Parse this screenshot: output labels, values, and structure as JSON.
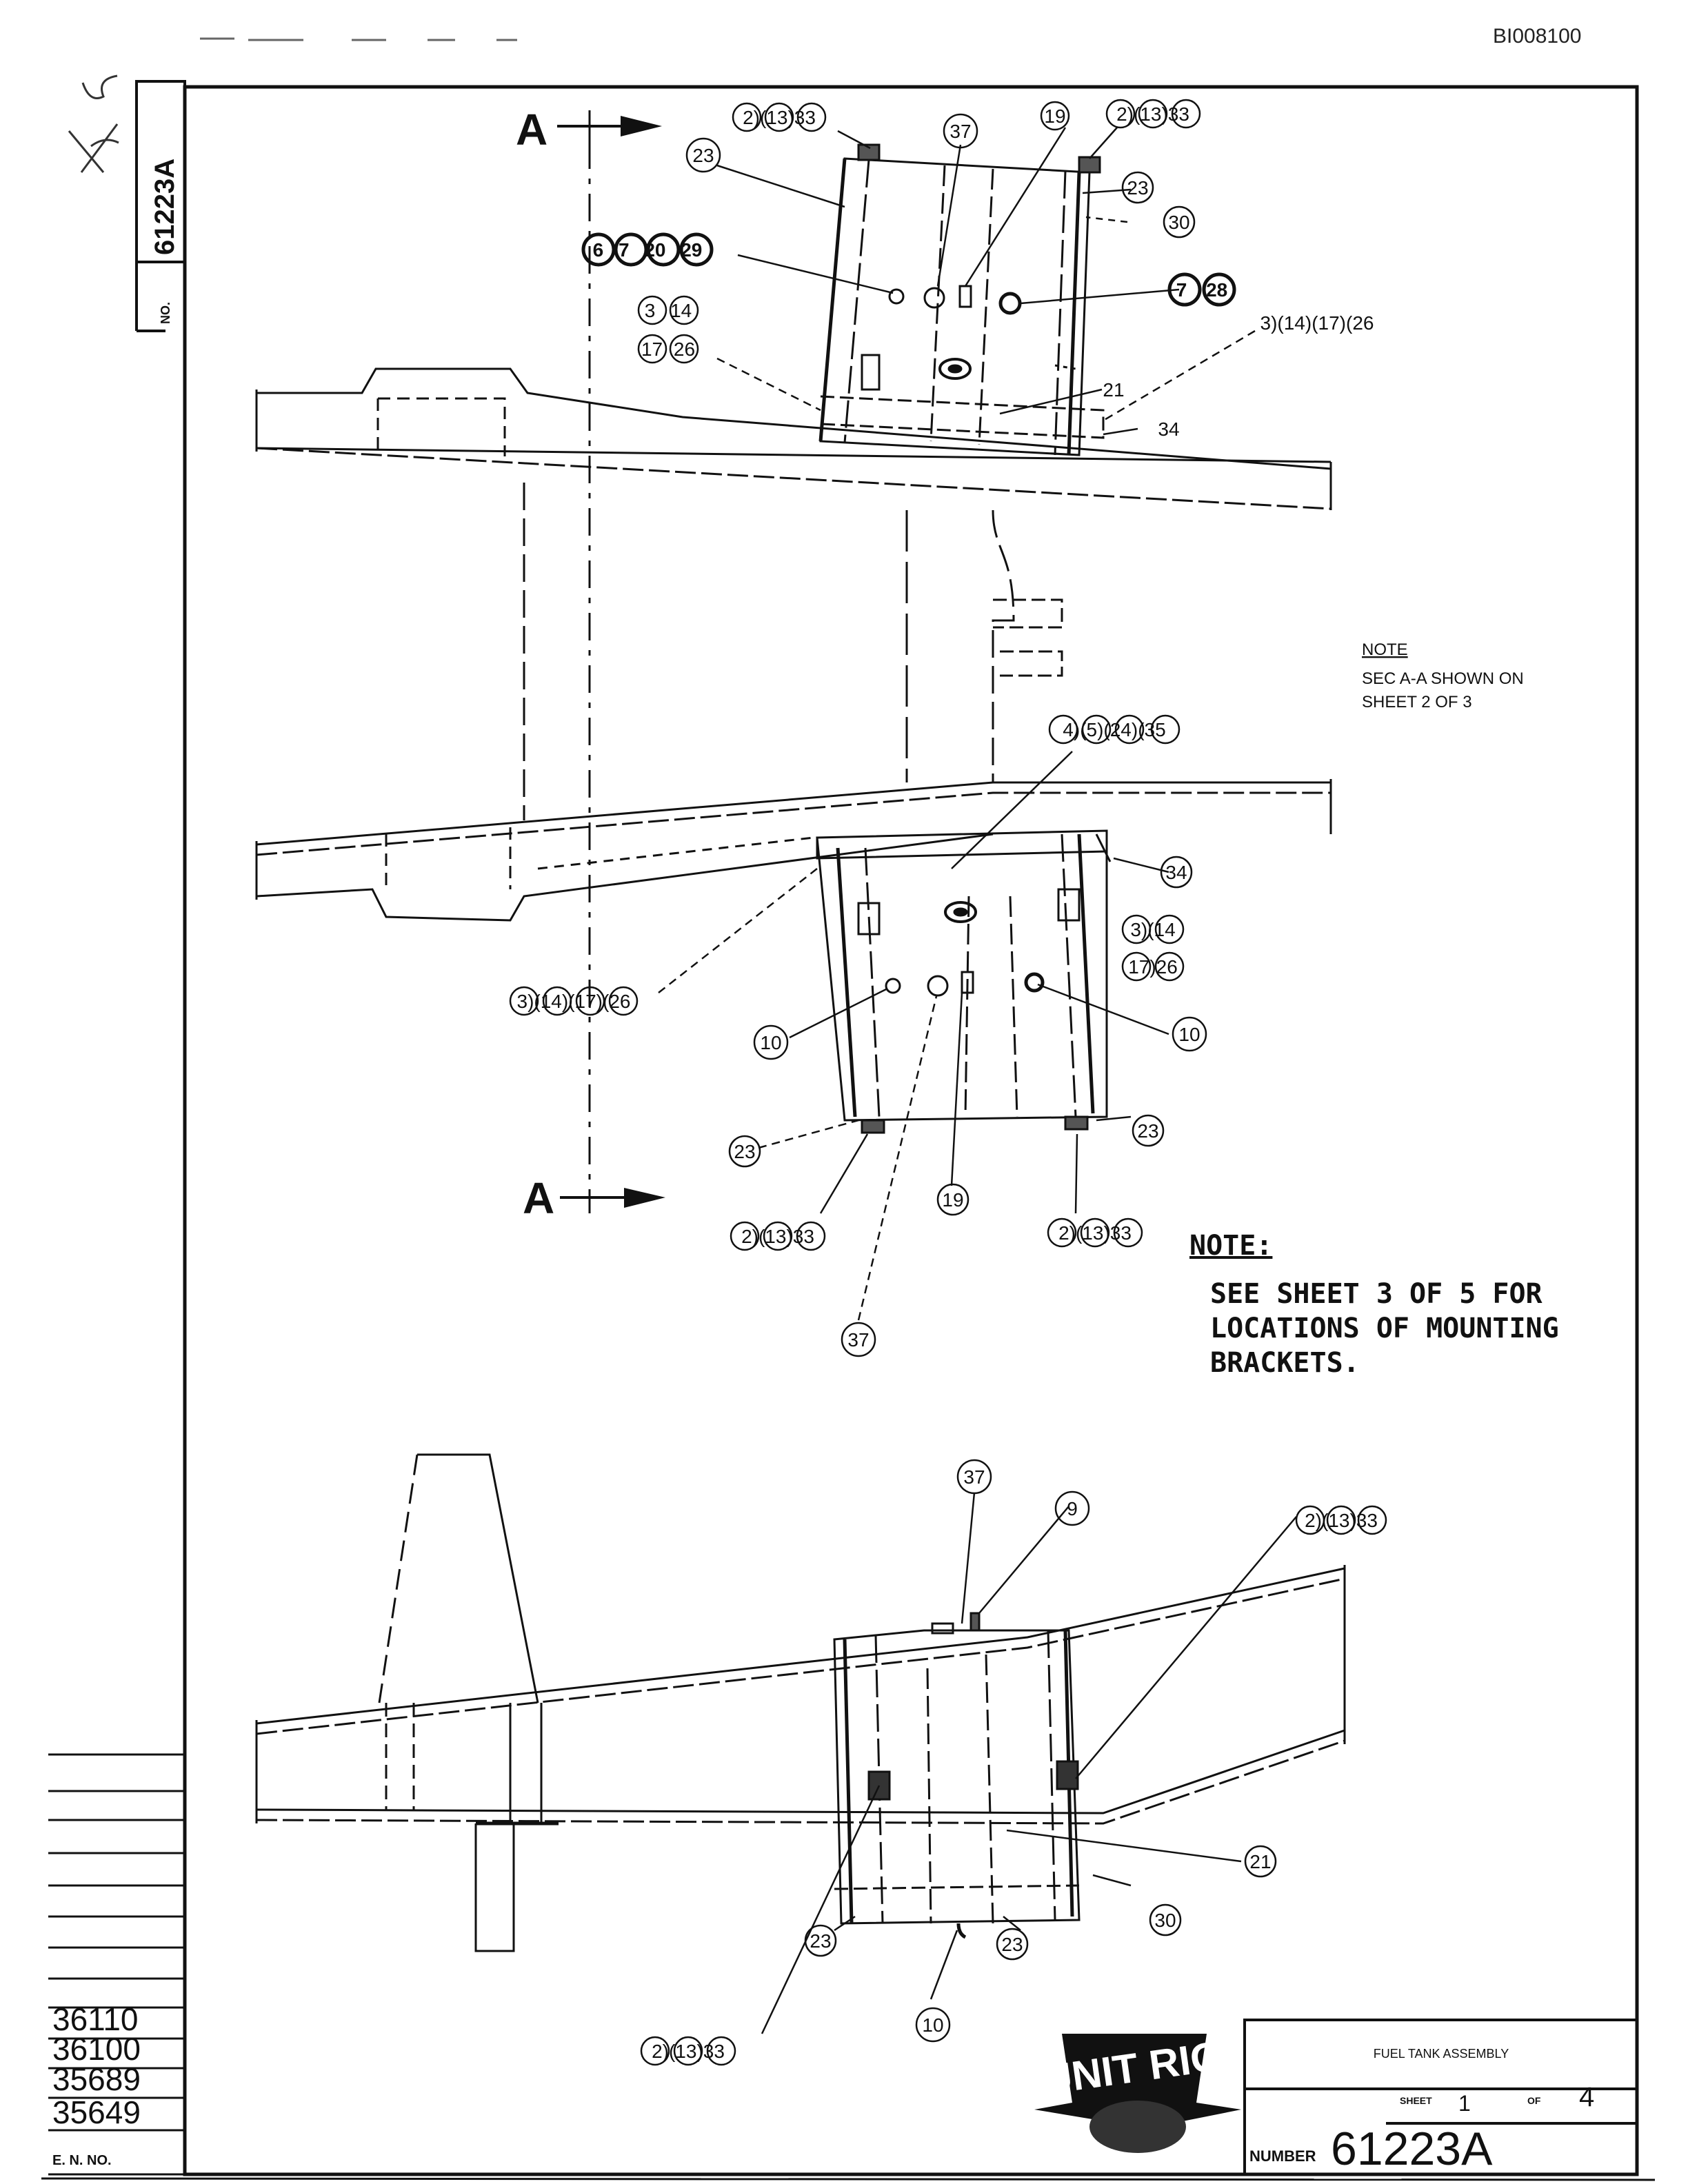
{
  "document_code": "BI008100",
  "side_number": "61223A",
  "side_no_label": "NO.",
  "section_marker": "A",
  "callouts": {
    "c_top_left_tr": "2)(13)33",
    "c_top_right_tr": "2)(13)33",
    "c37_top": "37",
    "c19_top": "19",
    "c23_tl": "23",
    "c23_tr": "23",
    "c30_top": "30",
    "c_6_7_20_29": "6 7 20 29",
    "c_7_28": "7 28",
    "c_3_14": "3 14",
    "c_17_26": "17 26",
    "c_3_14_17_26_r": "3)(14)(17)(26",
    "c21_top": "21",
    "c34_top": "34",
    "c_4_5_24_35": "4)(5)(24)(35",
    "c34_mid": "34",
    "c_3_14_mid_r": "3)(14",
    "c_17_26_mid_r": "17)26",
    "c_3_14_17_26_mid_l": "3)(14)(17)(26",
    "c10_l": "10",
    "c10_r": "10",
    "c23_bl": "23",
    "c23_br": "23",
    "c19_bot": "19",
    "c_2_13_33_bl": "2)(13)33",
    "c_2_13_33_br": "2)(13)33",
    "c37_bot": "37",
    "c37_side": "37",
    "c9_side": "9",
    "c_2_13_33_side_top": "2)(13)33",
    "c21_side": "21",
    "c30_side": "30",
    "c23_side_l": "23",
    "c23_side_r": "23",
    "c10_side": "10",
    "c_2_13_33_side_bot": "2)(13)33"
  },
  "note1": {
    "title": "NOTE",
    "line1": "SEC A-A SHOWN ON",
    "line2": "SHEET 2 OF 3"
  },
  "note2": {
    "title": "NOTE:",
    "line1": "SEE SHEET 3 OF 5 FOR",
    "line2": "LOCATIONS OF MOUNTING",
    "line3": "BRACKETS."
  },
  "revisions": {
    "label": "E. N. NO.",
    "numbers": [
      "36110",
      "36100",
      "35689",
      "35649"
    ]
  },
  "title_block": {
    "title": "FUEL TANK ASSEMBLY",
    "sheet_label": "SHEET",
    "sheet_number": "1",
    "of_label": "OF",
    "sheet_total": "4",
    "number_label": "NUMBER",
    "number": "61223A",
    "logo_text": "UNIT RIG"
  }
}
